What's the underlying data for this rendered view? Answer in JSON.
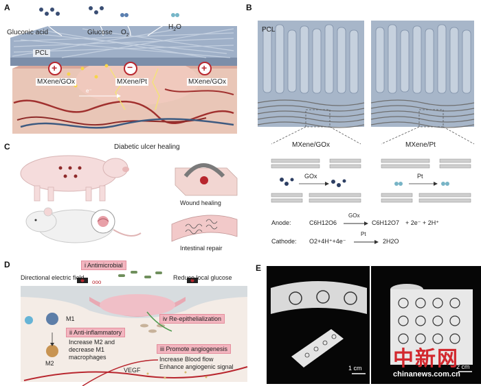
{
  "panel_a": {
    "letter": "A",
    "gluconic_acid": "Gluconic acid",
    "glucose": "Glucose",
    "o2": "O",
    "o2_sub": "2",
    "h2o_h": "H",
    "h2o_sub": "2",
    "h2o_o": "O",
    "pcl": "PCL",
    "electron": "e⁻",
    "mxene_gox_left": "MXene/GOx",
    "mxene_pt": "MXene/Pt",
    "mxene_gox_right": "MXene/GOx",
    "plus": "+",
    "minus": "−"
  },
  "panel_b": {
    "letter": "B",
    "pcl": "PCL",
    "mxene_gox": "MXene/GOx",
    "mxene_pt": "MXene/Pt",
    "gox": "GOx",
    "pt": "Pt",
    "anode_label": "Anode:",
    "anode_reactant": "C6H12O6",
    "anode_arrow_label": "GOx",
    "anode_product": "C6H12O7",
    "anode_rest": "+ 2e⁻ + 2H⁺",
    "cathode_label": "Cathode:",
    "cathode_reactant": "O2+4H⁺+4e⁻",
    "cathode_arrow_label": "Pt",
    "cathode_product": "2H2O"
  },
  "panel_c": {
    "letter": "C",
    "title": "Diabetic ulcer healing",
    "wound_healing": "Wound healing",
    "intestinal_repair": "Intestinal repair"
  },
  "panel_d": {
    "letter": "D",
    "box_i": "i  Antimicrobial",
    "directional_field": "Directional electric field",
    "reduce_glucose": "Reduce local glucose",
    "box_iv": "iv  Re-epithelialization",
    "box_ii": "ii  Anti-inflammatory",
    "ii_text_1": "Increase M2 and",
    "ii_text_2": "decrease M1",
    "ii_text_3": "macrophages",
    "m1": "M1",
    "m2": "M2",
    "box_iii": "iii  Promote angiogenesis",
    "iii_text_1": "Increase Blood flow",
    "iii_text_2": "Enhance angiogenic signal",
    "vegf": "VEGF",
    "cells": "ooo"
  },
  "panel_e": {
    "letter": "E",
    "scale_left": "1 cm",
    "scale_right": "2 cm"
  },
  "watermark": {
    "chinese": "中新网",
    "url": "chinanews.com.cn"
  },
  "colors": {
    "fiber": "#8fa2be",
    "tissue": "#e8c4b4",
    "vessel_red": "#a0302e",
    "vessel_blue": "#3d5a80",
    "pink_box": "#f2b5bf",
    "accent_red": "#b8262e",
    "watermark_red": "#d2282e"
  }
}
